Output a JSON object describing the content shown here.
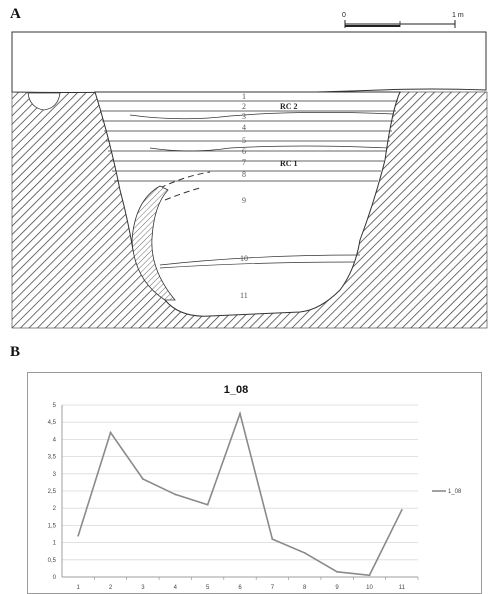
{
  "panel_a": {
    "label": "A",
    "scale": {
      "start": "0",
      "end": "1 m"
    },
    "layers": [
      "1",
      "2",
      "3",
      "4",
      "5",
      "6",
      "7",
      "8",
      "9",
      "10",
      "11"
    ],
    "rc_labels": [
      "RC 2",
      "RC 1"
    ]
  },
  "panel_b": {
    "label": "B"
  },
  "chart_data": {
    "type": "line",
    "title": "1_08",
    "xlabel": "",
    "ylabel": "",
    "categories": [
      "1",
      "2",
      "3",
      "4",
      "5",
      "6",
      "7",
      "8",
      "9",
      "10",
      "11"
    ],
    "series": [
      {
        "name": "1_08",
        "values": [
          1.2,
          4.2,
          2.85,
          2.4,
          2.1,
          4.75,
          1.1,
          0.7,
          0.15,
          0.05,
          1.95
        ],
        "color": "#8a8a8a"
      }
    ],
    "ylim": [
      0,
      5
    ],
    "yticks": [
      "0",
      "0,5",
      "1",
      "1,5",
      "2",
      "2,5",
      "3",
      "3,5",
      "4",
      "4,5",
      "5"
    ],
    "grid": true,
    "legend": "right"
  }
}
